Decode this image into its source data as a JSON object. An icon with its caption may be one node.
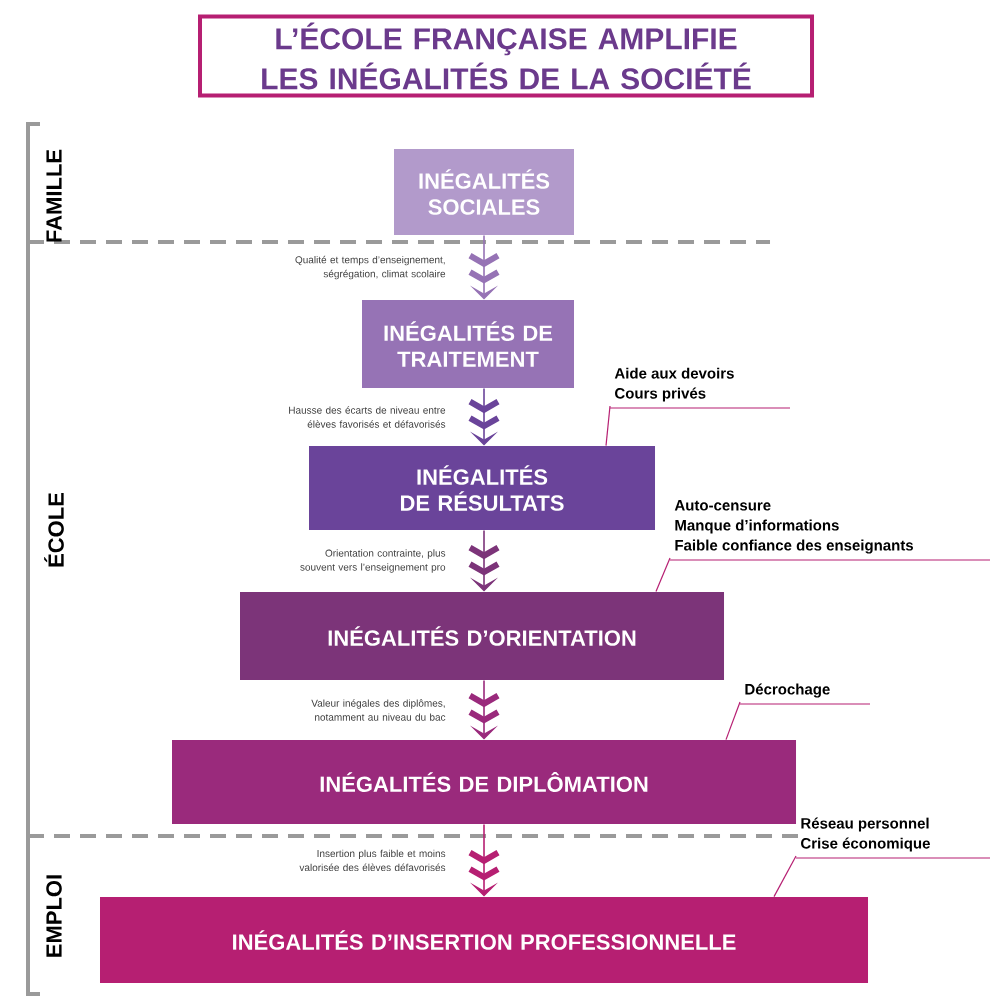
{
  "diagram": {
    "title": "L’ÉCOLE FRANÇAISE AMPLIFIE LES INÉGALITÉS DE LA SOCIÉTÉ",
    "nodes": [
      {
        "text": [
          "INÉGALITÉS SOCIALES"
        ]
      },
      {
        "text": [
          "INÉGALITÉS DE TRAITEMENT"
        ]
      },
      {
        "text": [
          "INÉGALITÉS DE RÉSULTATS"
        ]
      },
      {
        "text": [
          "INÉGALITÉS D’ORIENTATION"
        ]
      },
      {
        "text": [
          "INÉGALITÉS DE DIPLÔMATION"
        ]
      },
      {
        "text": [
          "INÉGALITÉS D’INSERTION PROFESSIONNELLE"
        ]
      },
      {
        "text": [
          "Aide aux devoirs",
          "Cours privés"
        ]
      },
      {
        "text": [
          "Auto-censure",
          "Manque d’informations",
          "Faible confiance des enseignants"
        ]
      },
      {
        "text": [
          "Décrochage"
        ]
      },
      {
        "text": [
          "Réseau personnel",
          "Crise économique"
        ]
      }
    ],
    "edges": [
      {
        "from": 0,
        "to": 1,
        "arrow": "to",
        "label": "Qualité et temps d’enseignement, ségrégation, climat scolaire"
      },
      {
        "from": 1,
        "to": 2,
        "arrow": "to",
        "label": "Hausse des écarts de niveau entre élèves favorisés et défavorisés"
      },
      {
        "from": 2,
        "to": 3,
        "arrow": "to",
        "label": "Orientation contrainte, plus souvent vers l’enseignement pro"
      },
      {
        "from": 3,
        "to": 4,
        "arrow": "to",
        "label": "Valeur inégales des diplômes, notamment au niveau du bac"
      },
      {
        "from": 4,
        "to": 5,
        "arrow": "to",
        "label": "Insertion plus faible et moins valorisée des élèves défavorisés"
      },
      {
        "from": 6,
        "to": 2,
        "arrow": "none"
      },
      {
        "from": 7,
        "to": 3,
        "arrow": "none"
      },
      {
        "from": 8,
        "to": 4,
        "arrow": "none"
      },
      {
        "from": 9,
        "to": 5,
        "arrow": "none"
      }
    ],
    "labels": [
      "FAMILLE",
      "ÉCOLE",
      "EMPLOI"
    ]
  }
}
